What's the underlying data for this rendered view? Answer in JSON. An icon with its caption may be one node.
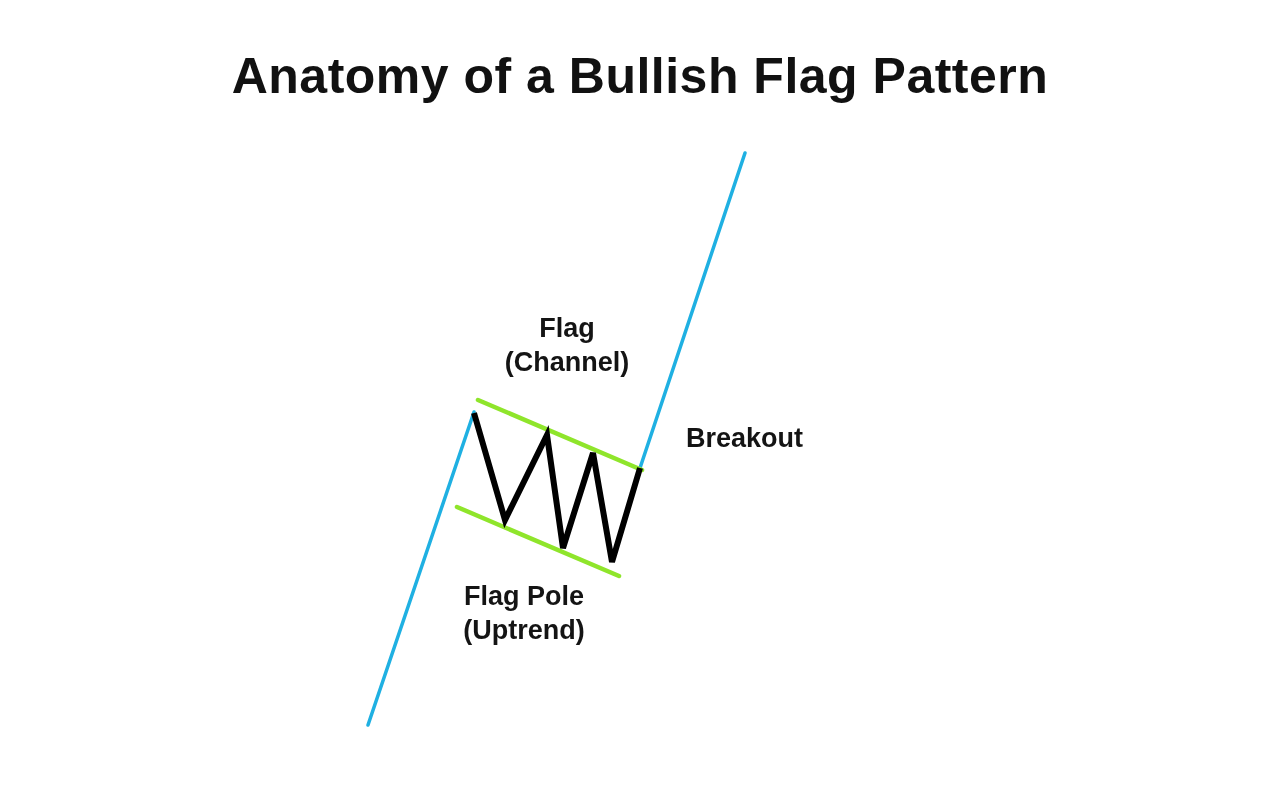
{
  "diagram": {
    "title": "Anatomy of a Bullish Flag Pattern",
    "labels": [
      "Flag (Channel)",
      "Breakout",
      "Flag Pole (Uptrend)"
    ]
  }
}
